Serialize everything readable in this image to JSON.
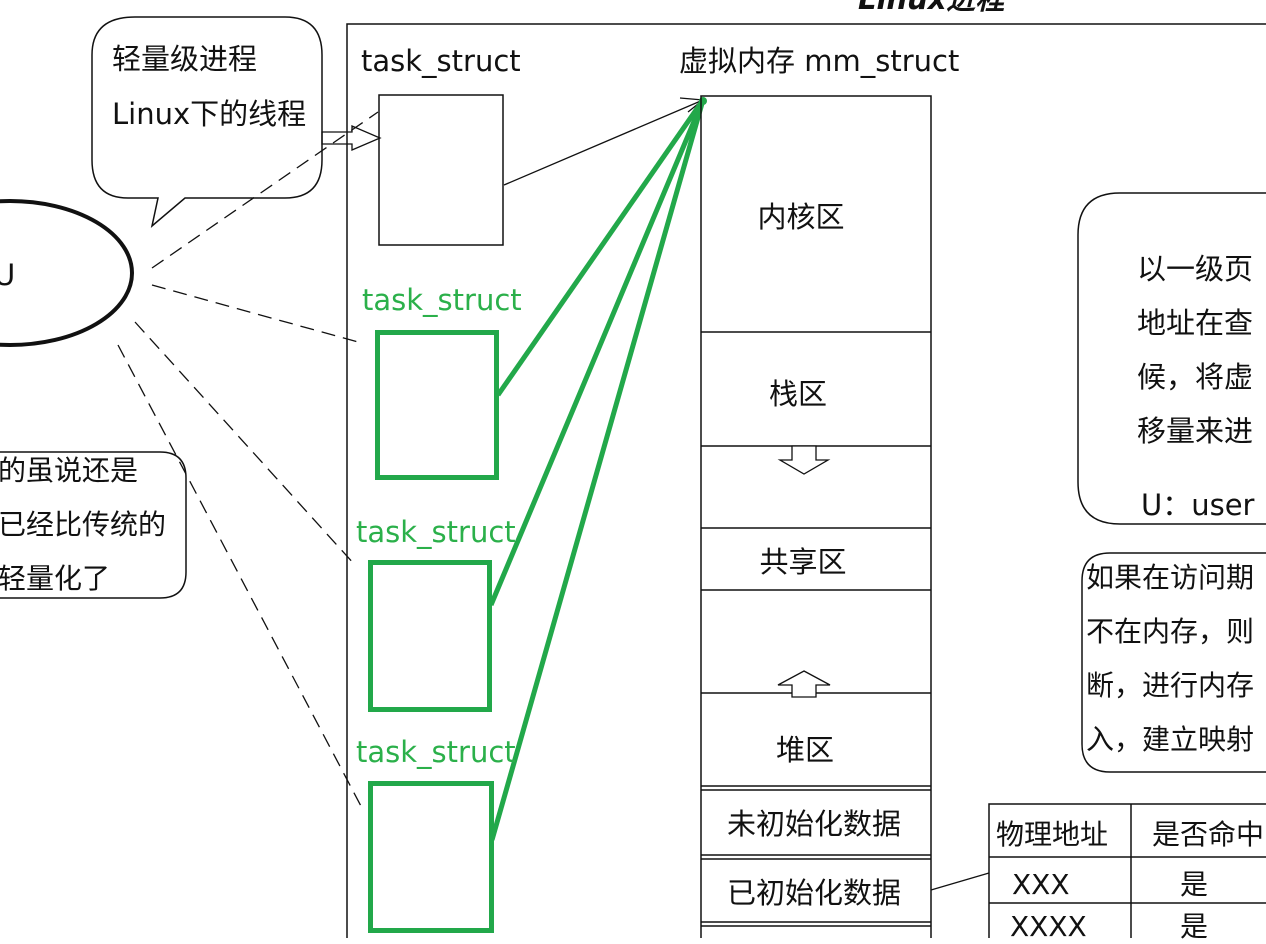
{
  "title": "Linux进程",
  "callout_lightweight": [
    "轻量级进程",
    "Linux下的线程"
  ],
  "callout_left_bottom": [
    "的虽说还是",
    "已经比传统的",
    "轻量化了"
  ],
  "ellipse_label": "U",
  "task_struct_main": "task_struct",
  "task_struct_green": [
    "task_struct",
    "task_struct",
    "task_struct"
  ],
  "mm_title": "虚拟内存 mm_struct",
  "mm_segments": [
    "内核区",
    "栈区",
    "共享区",
    "堆区",
    "未初始化数据",
    "已初始化数据"
  ],
  "note_page": [
    "以一级页",
    "地址在查",
    "候，将虚",
    "移量来进",
    "U：user"
  ],
  "note_fault": [
    "如果在访问期",
    "不在内存，则",
    "断，进行内存",
    "入，建立映射"
  ],
  "page_table": {
    "headers": [
      "物理地址",
      "是否命中"
    ],
    "rows": [
      [
        "XXX",
        "是"
      ],
      [
        "XXXX",
        "是"
      ]
    ]
  },
  "colors": {
    "green": "#22a84a",
    "line": "#111111"
  }
}
